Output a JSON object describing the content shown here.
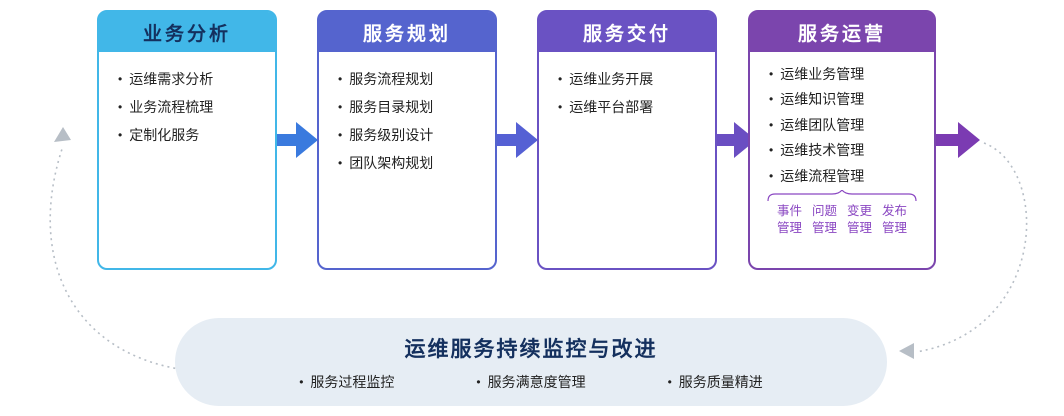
{
  "colors": {
    "c1": "#41B7E8",
    "c2": "#5564CE",
    "c3": "#6A52C3",
    "c4": "#7B45AD",
    "a1": "#3A7ADE",
    "a2": "#5560D4",
    "a3": "#6A4EC2",
    "a4": "#7B3BB2",
    "ink": "#14305E",
    "body-text": "#222222",
    "sub": "#8A47C2",
    "pill-bg": "#E6EDF4",
    "dots": "#B7BEC6"
  },
  "cards": [
    {
      "title": "业务分析",
      "items": [
        "运维需求分析",
        "业务流程梳理",
        "定制化服务"
      ]
    },
    {
      "title": "服务规划",
      "items": [
        "服务流程规划",
        "服务目录规划",
        "服务级别设计",
        "团队架构规划"
      ]
    },
    {
      "title": "服务交付",
      "items": [
        "运维业务开展",
        "运维平台部署"
      ]
    },
    {
      "title": "服务运营",
      "items": [
        "运维业务管理",
        "运维知识管理",
        "运维团队管理",
        "运维技术管理",
        "运维流程管理"
      ],
      "subitems": [
        "事件管理",
        "问题管理",
        "变更管理",
        "发布管理"
      ]
    }
  ],
  "footer": {
    "title": "运维服务持续监控与改进",
    "items": [
      "服务过程监控",
      "服务满意度管理",
      "服务质量精进"
    ]
  }
}
